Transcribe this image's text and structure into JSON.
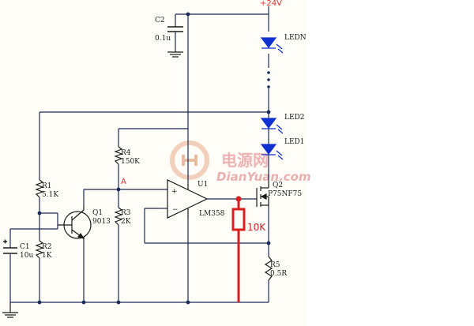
{
  "supply_label": "+24V",
  "components": {
    "c2_name": "C2",
    "c2_value": "0.1u",
    "ledn": "LEDN",
    "led2": "LED2",
    "led1": "LED1",
    "r1_name": "R1",
    "r1_value": "5.1K",
    "r2_name": "R2",
    "r2_value": "1K",
    "r3_name": "R3",
    "r3_value": "2K",
    "r4_name": "R4",
    "r4_value": "150K",
    "r5_name": "R5",
    "r5_value": "0.5R",
    "c1_name": "C1",
    "c1_value": "10u",
    "q1_name": "Q1",
    "q1_value": "9013",
    "q2_name": "Q2",
    "q2_value": "P75NF75",
    "u1_name": "U1",
    "u1_value": "LM358",
    "node_a": "A",
    "added_resistor": "10K",
    "plus_sign": "+",
    "minus_sign": "−"
  },
  "watermark": {
    "cn": "电源网",
    "en": "DianYuan.com"
  },
  "colors": {
    "wire": "#1a2a5a",
    "component": "#1a1a1a",
    "led": "#1030d0",
    "added": "#d81e1e",
    "supply": "#d02020",
    "watermark": "#e9a7a7"
  }
}
